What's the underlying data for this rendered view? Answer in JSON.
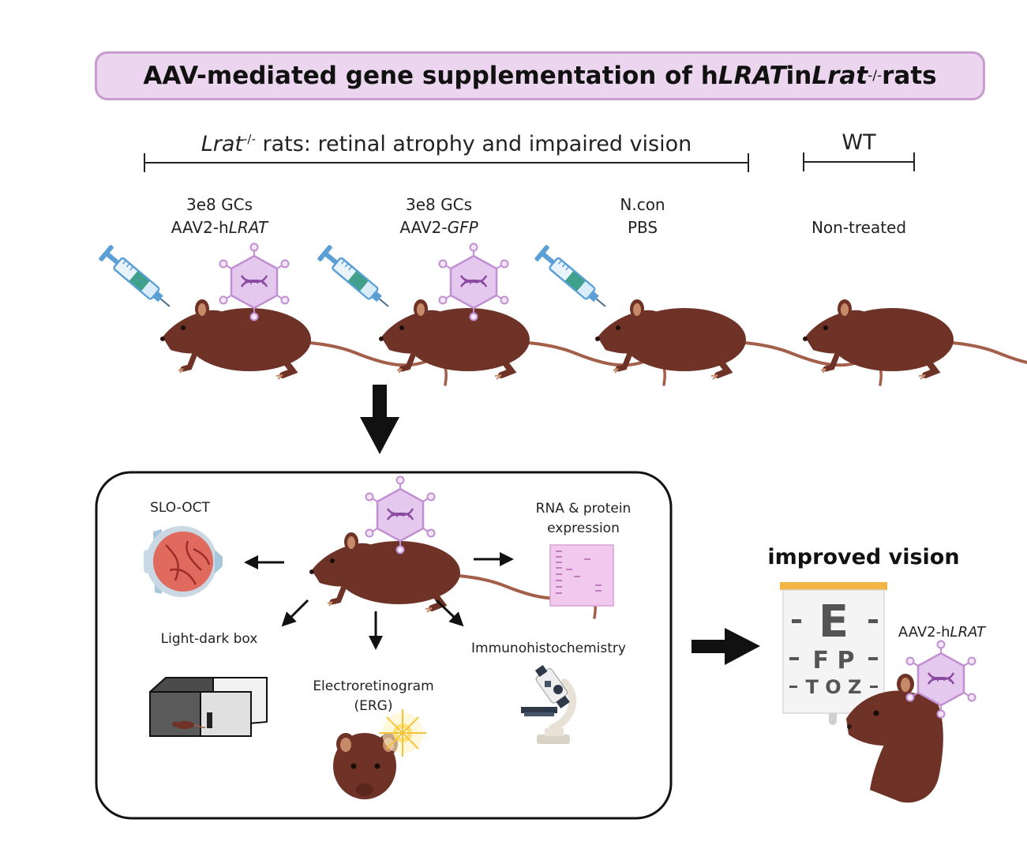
{
  "title": {
    "part1": "AAV-mediated gene supplementation of h",
    "gene": "LRAT",
    "part2": " in ",
    "model": "Lrat",
    "sup": "-/-",
    "part3": " rats"
  },
  "group_headers": {
    "ko": {
      "model": "Lrat",
      "sup": "-/-",
      "text": " rats: retinal atrophy and impaired vision"
    },
    "wt": "WT"
  },
  "treatments": [
    {
      "line1": "3e8 GCs",
      "line2_prefix": "AAV2-h",
      "line2_italic": "LRAT"
    },
    {
      "line1": "3e8 GCs",
      "line2_prefix": "AAV2-",
      "line2_italic": "GFP"
    },
    {
      "line1": "N.con",
      "line2_prefix": "PBS",
      "line2_italic": ""
    },
    {
      "line1": "",
      "line2_prefix": "Non-treated",
      "line2_italic": ""
    }
  ],
  "assays": {
    "slo_oct": "SLO-OCT",
    "rna_protein_1": "RNA & protein",
    "rna_protein_2": "expression",
    "light_dark": "Light-dark box",
    "erg_1": "Electroretinogram",
    "erg_2": "(ERG)",
    "ihc": "Immunohistochemistry"
  },
  "outcome": {
    "headline": "improved vision",
    "label_prefix": "AAV2-h",
    "label_italic": "LRAT",
    "chart_rows": [
      "E",
      "F P",
      "T O Z"
    ]
  },
  "colors": {
    "rat_body": "#6e3227",
    "rat_ear": "#c78a68",
    "virus_fill": "#e4c8ee",
    "virus_stroke": "#c18fd2",
    "title_fill": "#ecd5ee",
    "syringe_blue": "#5a9fd6",
    "syringe_teal": "#3fa08c"
  },
  "icons": [
    "syringe-icon",
    "aav-virus-icon",
    "rat-icon",
    "eye-icon",
    "gel-blot-icon",
    "light-dark-box-icon",
    "microscope-icon",
    "eye-chart-icon",
    "flash-icon"
  ]
}
